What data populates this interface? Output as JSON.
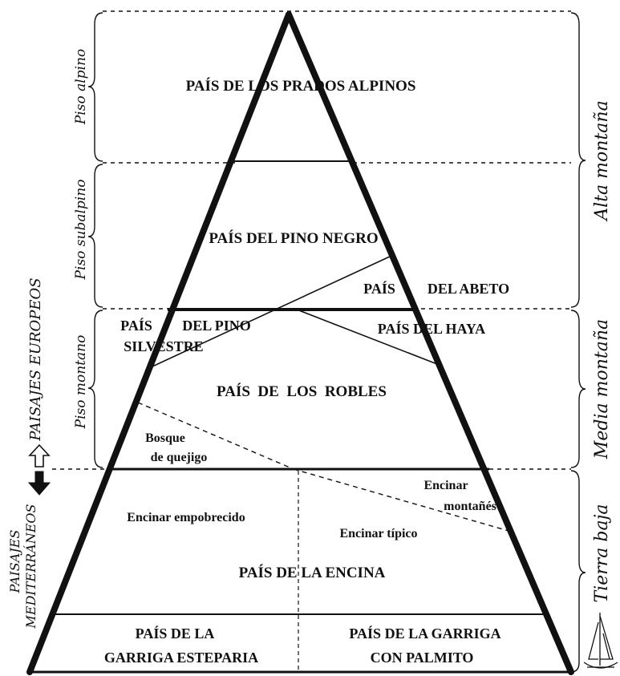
{
  "diagram": {
    "regions": {
      "prados_alpinos": "PAÍS DE LOS PRADOS ALPINOS",
      "pino_negro": "PAÍS DEL PINO NEGRO",
      "abeto_a": "PAÍS",
      "abeto_b": "DEL ABETO",
      "pino_silvestre_a": "PAÍS",
      "pino_silvestre_b": "DEL PINO",
      "pino_silvestre_c": "SILVESTRE",
      "haya": "PAÍS DEL HAYA",
      "robles": "PAÍS  DE  LOS  ROBLES",
      "quejigo_a": "Bosque",
      "quejigo_b": "de quejigo",
      "encinar_empobrecido": "Encinar empobrecido",
      "encinar_montanes_a": "Encinar",
      "encinar_montanes_b": "montañés",
      "encinar_tipico": "Encinar típico",
      "encina": "PAÍS DE LA ENCINA",
      "garriga_esteparia_a": "PAÍS DE LA",
      "garriga_esteparia_b": "GARRIGA ESTEPARIA",
      "garriga_palmito_a": "PAÍS DE LA GARRIGA",
      "garriga_palmito_b": "CON PALMITO"
    },
    "left_labels": {
      "piso_alpino": "Piso alpino",
      "piso_subalpino": "Piso subalpino",
      "piso_montano": "Piso montano",
      "paisajes_europeos": "PAISAJES EUROPEOS",
      "paisajes_mediterraneos_a": "PAISAJES",
      "paisajes_mediterraneos_b": "MEDITERRÁNEOS"
    },
    "right_labels": {
      "alta_montana": "Alta montaña",
      "media_montana": "Media montaña",
      "tierra_baja": "Tierra baja"
    },
    "colors": {
      "ink": "#111111",
      "background": "#ffffff"
    }
  }
}
